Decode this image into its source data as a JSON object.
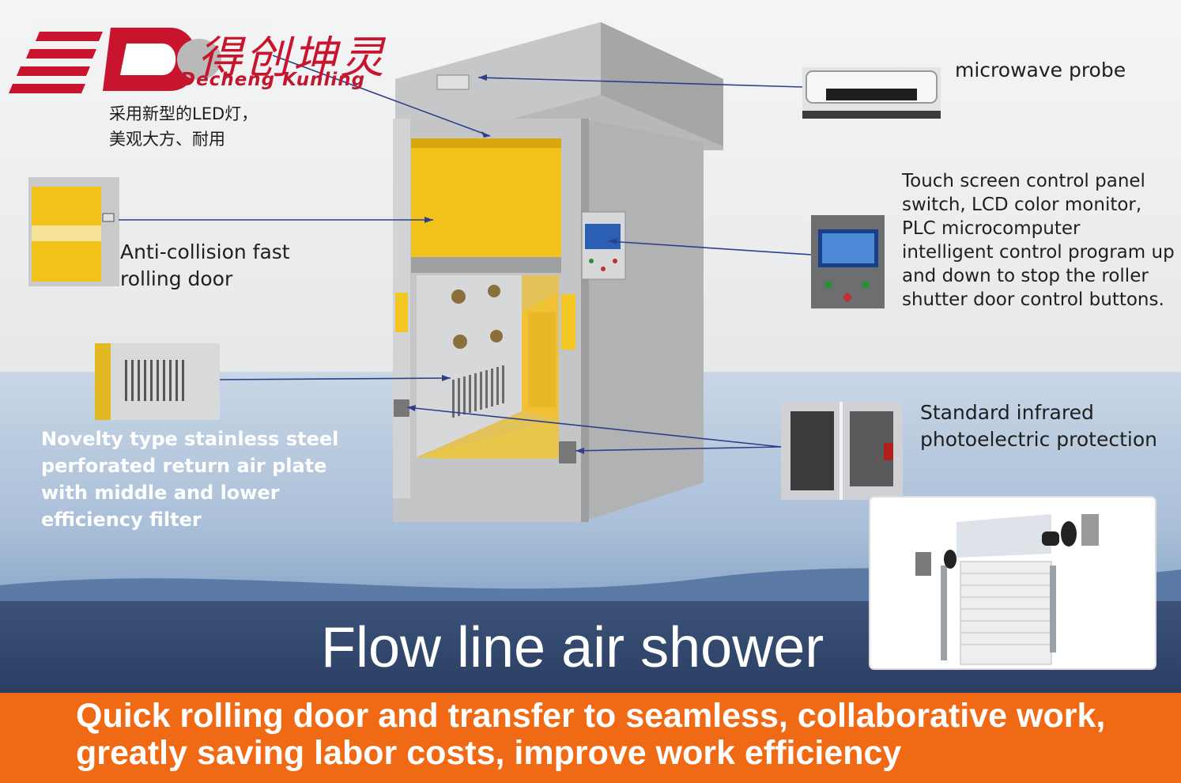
{
  "logo": {
    "name_cn": "得创坤灵",
    "name_en": "Decheng Kunling"
  },
  "cn_note": "采用新型的LED灯，\n美观大方、耐用",
  "labels": {
    "microwave": "microwave probe",
    "touch": "Touch screen control panel switch, LCD color monitor, PLC microcomputer intelligent control program up and down to stop the roller shutter door control buttons.",
    "anti_collision": "Anti-collision fast rolling door",
    "novelty": "Novelty type stainless steel perforated return air plate with middle and lower efficiency filter",
    "infrared": "Standard infrared photoelectric protection"
  },
  "title": "Flow line air shower",
  "tagline": "Quick rolling door and transfer to seamless, collaborative work, greatly saving labor costs, improve work efficiency",
  "colors": {
    "brand_red": "#c8142c",
    "footer_orange": "#f06a16",
    "door_yellow": "#f2c21b",
    "steel": "#c9c9c9",
    "arrow_blue": "#2e3f8a"
  },
  "icons": [
    "logo-mark-icon",
    "microwave-probe-icon",
    "touch-panel-icon",
    "infrared-sensor-icon"
  ]
}
